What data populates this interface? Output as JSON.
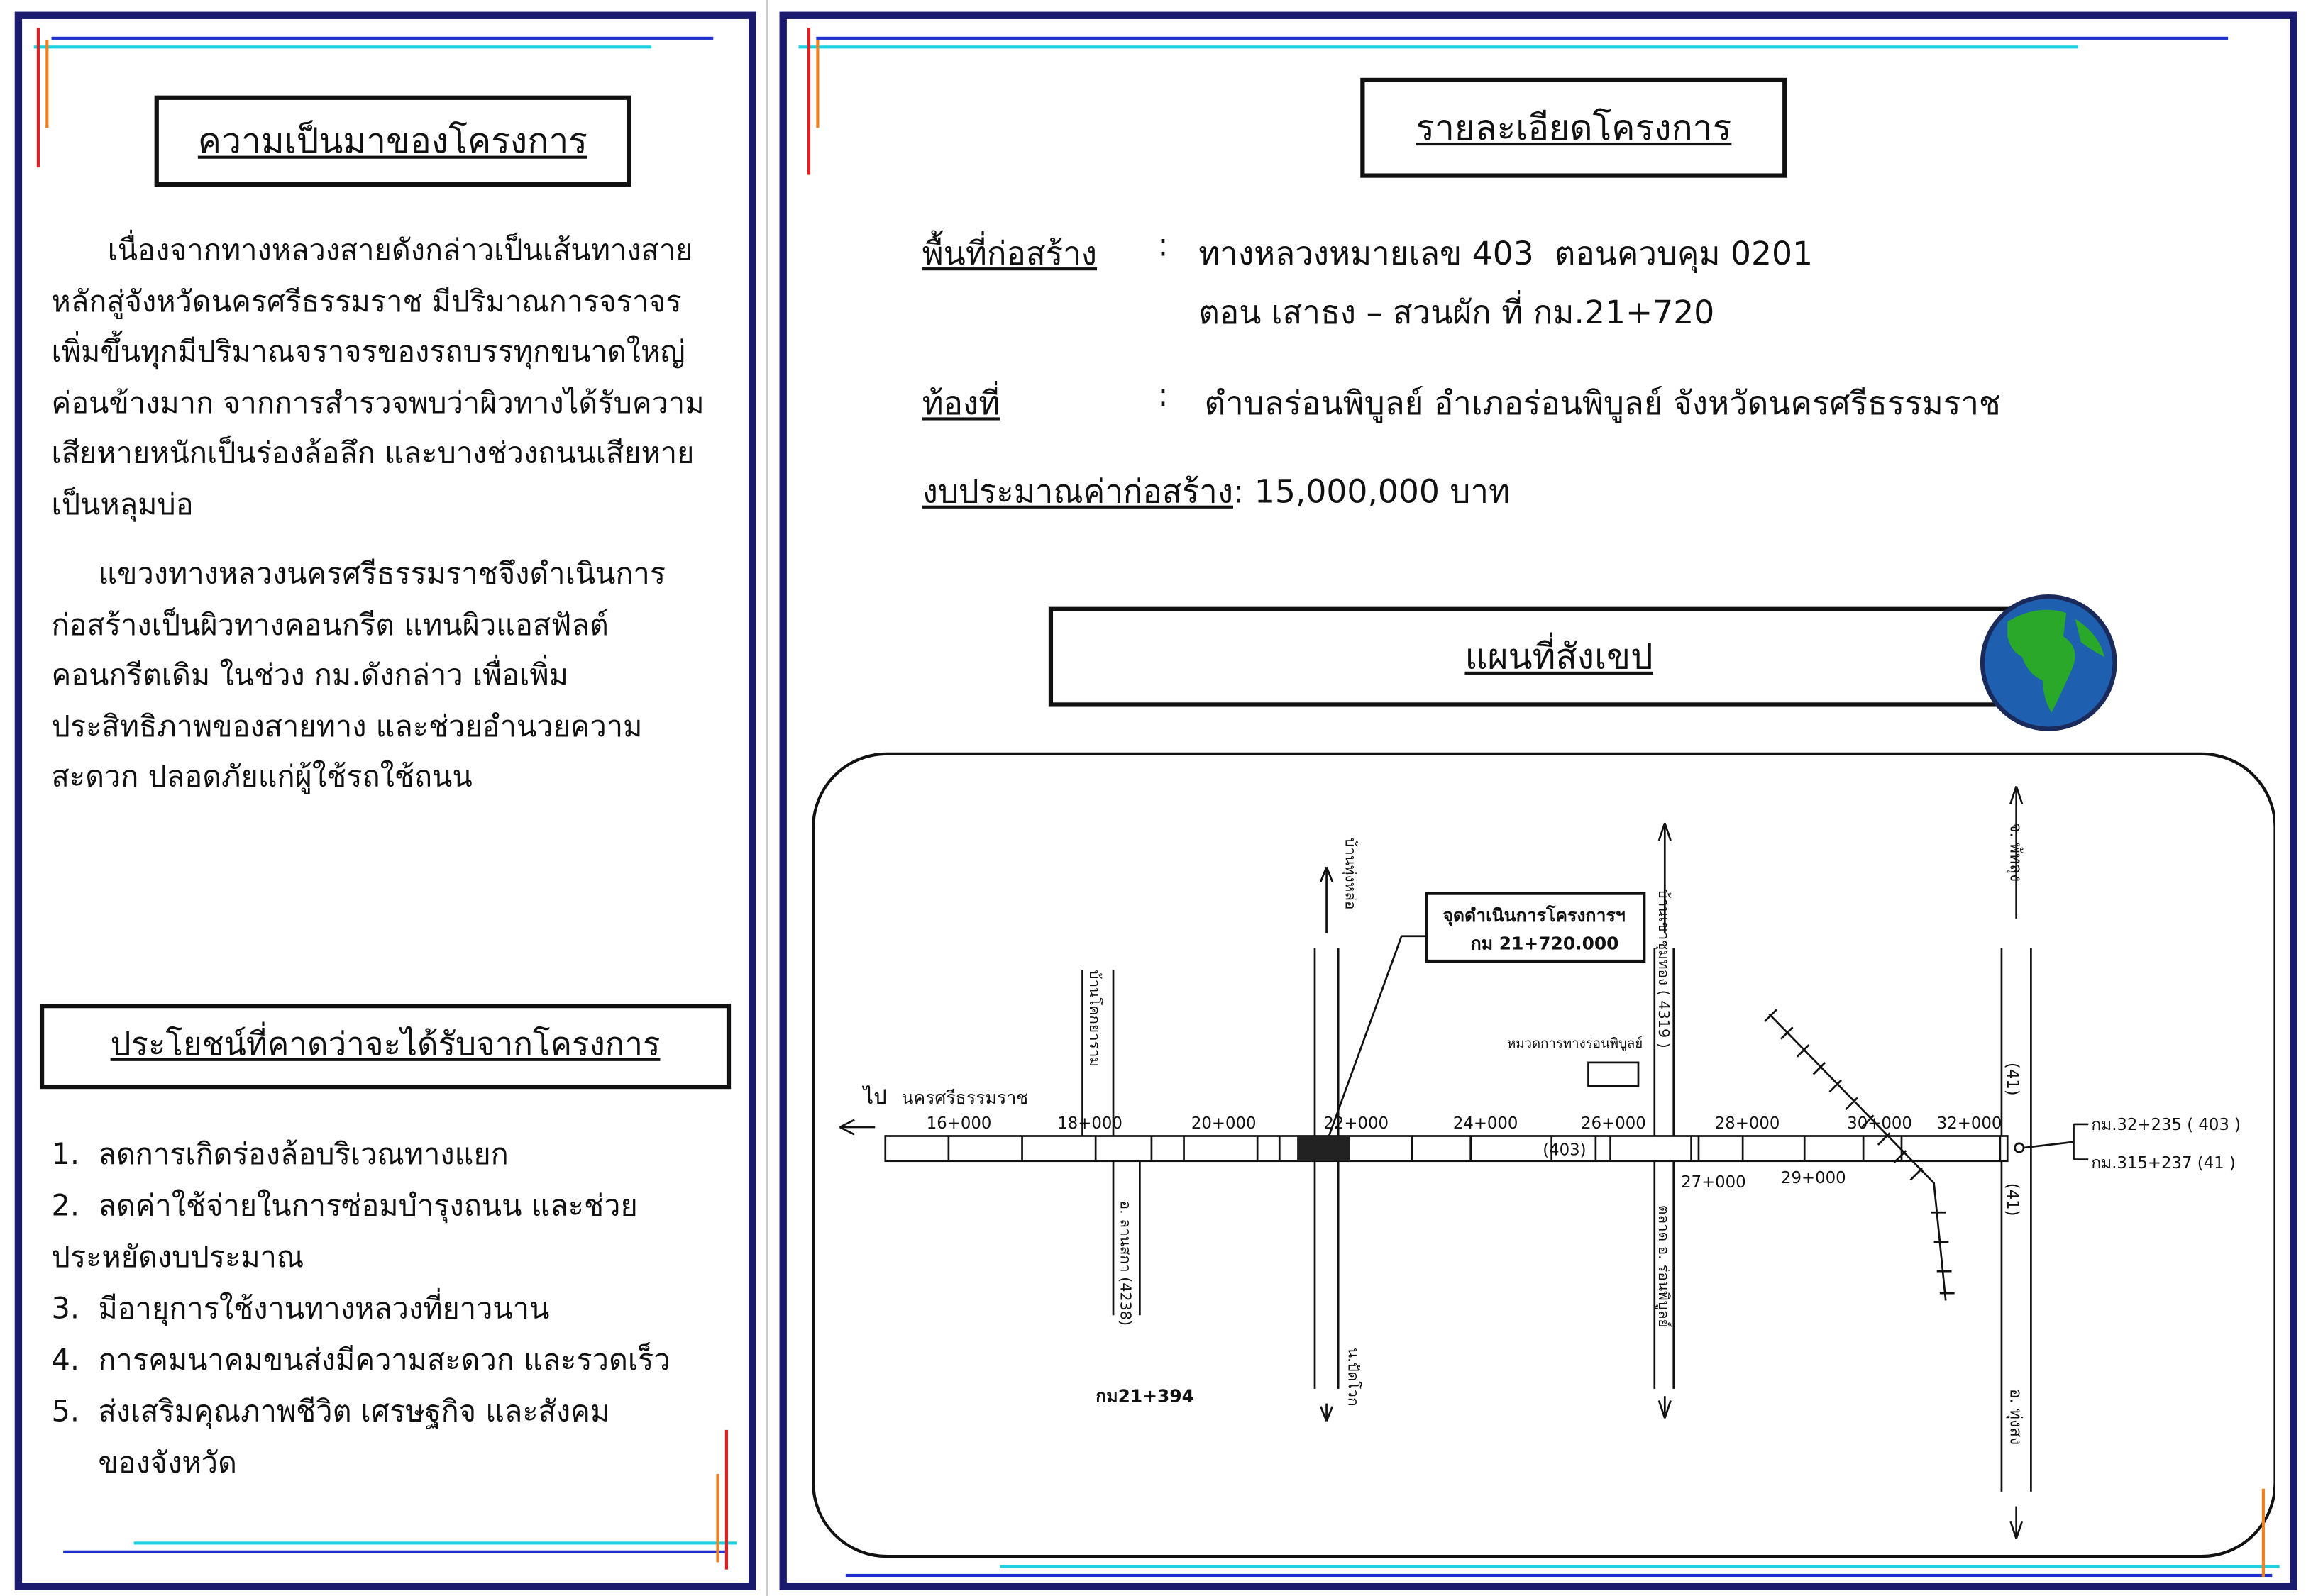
{
  "left": {
    "background_title": "ความเป็นมาของโครงการ",
    "background_paragraphs": [
      [
        "      เนื่องจากทางหลวงสายดังกล่าวเป็นเส้นทางสาย",
        "หลักสู่จังหวัดนครศรีธรรมราช มีปริมาณการจราจร",
        "เพิ่มขึ้นทุกมีปริมาณจราจรของรถบรรทุกขนาดใหญ่",
        "ค่อนข้างมาก จากการสำรวจพบว่าผิวทางได้รับความ",
        "เสียหายหนักเป็นร่องล้อลึก และบางช่วงถนนเสียหาย",
        "เป็นหลุมบ่อ"
      ],
      [
        "     แขวงทางหลวงนครศรีธรรมราชจึงดำเนินการ",
        "ก่อสร้างเป็นผิวทางคอนกรีต แทนผิวแอสฟัลต์",
        "คอนกรีตเดิม ในช่วง กม.ดังกล่าว เพื่อเพิ่ม",
        "ประสิทธิภาพของสายทาง และช่วยอำนวยความ",
        "สะดวก ปลอดภัยแก่ผู้ใช้รถใช้ถนน"
      ]
    ],
    "benefits_title": "ประโยชน์ที่คาดว่าจะได้รับจากโครงการ",
    "benefits": [
      "1.  ลดการเกิดร่องล้อบริเวณทางแยก",
      "2.  ลดค่าใช้จ่ายในการซ่อมบำรุงถนน และช่วย\nประหยัดงบประมาณ",
      "3.  มีอายุการใช้งานทางหลวงที่ยาวนาน",
      "4.  การคมนาคมขนส่งมีความสะดวก และรวดเร็ว",
      "5.  ส่งเสริมคุณภาพชีวิต เศรษฐกิจ และสังคม\n     ของจังหวัด"
    ]
  },
  "right": {
    "details_title": "รายละเอียดโครงการ",
    "site_label": "พื้นที่ก่อสร้าง",
    "colon": ":",
    "site_line1": "ทางหลวงหมายเลข 403  ตอนควบคุม 0201",
    "site_line2": "ตอน เสาธง – สวนผัก ที่ กม.21+720",
    "locality_label": "ท้องที่",
    "locality_value": "ตำบลร่อนพิบูลย์ อำเภอร่อนพิบูลย์ จังหวัดนครศรีธรรมราช",
    "budget_label": "งบประมาณค่าก่อสร้าง",
    "budget_value": ": 15,000,000 บาท",
    "map_title": "แผนที่สังเขป"
  },
  "map": {
    "to_label": "ไป",
    "to_city": "นครศรีธรรมราช",
    "km_top": [
      "16+000",
      "18+000",
      "20+000",
      "22+000",
      "24+000",
      "26+000",
      "28+000",
      "30+000",
      "32+000"
    ],
    "km_bottom": [
      "27+000",
      "29+000"
    ],
    "route_403": "(403)",
    "route_41_top": "(41)",
    "route_41_bottom": "(41)",
    "project_box_line1": "จุดดำเนินการโครงการฯ",
    "project_box_line2": "กม  21+720.000",
    "office": "หมวดการทางร่อนพิบูลย์",
    "road_ban_khok": "บ้านโคกยาราม",
    "road_lan_saka": "อ. ลานสกา  (4238)",
    "road_ban_thung": "บ้านทุ่งหล่อ",
    "road_ban_khao": "บ้านเขาชุมทอง  ( 4319 )",
    "road_pak_phun": "น.ปัดโวก",
    "road_ron_phibun": "ตลาด อ. ร่อนพิบูลย์",
    "to_phatthalung": "จ.  พัทลุง",
    "to_thung_song": "อ.  ทุ่งสง",
    "km_note": "กม21+394",
    "junction_1": "กม.32+235  ( 403 )",
    "junction_2": "กม.315+237  (41 )"
  },
  "colors": {
    "frame": "#1a1a6e",
    "accent_red": "#e02020",
    "accent_orange": "#f08020",
    "accent_cyan": "#20d0e0",
    "accent_blue": "#2030d0"
  }
}
